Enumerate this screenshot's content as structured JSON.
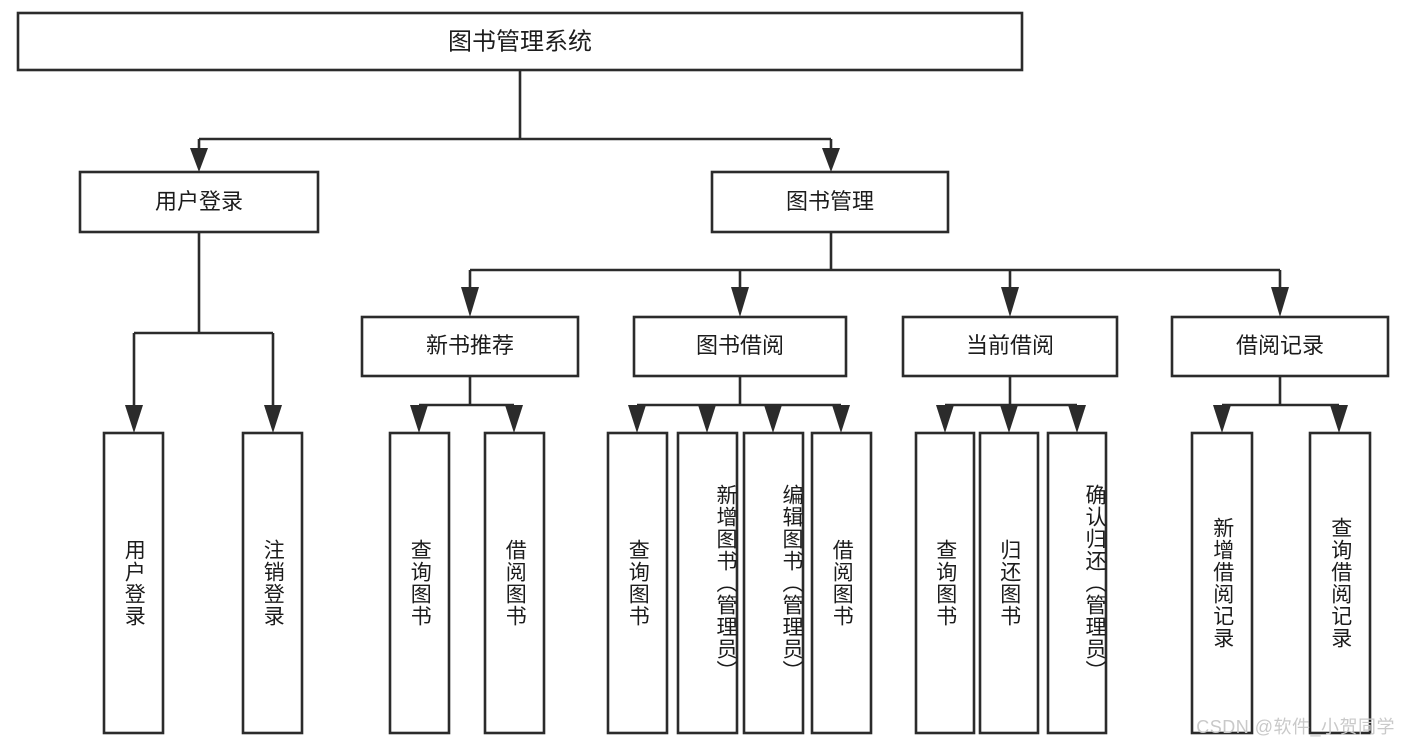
{
  "diagram": {
    "type": "tree-hierarchy",
    "title": "图书管理系统",
    "orientation": "top-down",
    "colors": {
      "stroke": "#2b2b2b",
      "fill": "#ffffff",
      "text": "#1c1c1c",
      "watermark": "#c9c9c9",
      "background": "#ffffff"
    },
    "root": {
      "label": "图书管理系统"
    },
    "level2": [
      {
        "label": "用户登录"
      },
      {
        "label": "图书管理"
      }
    ],
    "level3": [
      {
        "label": "新书推荐"
      },
      {
        "label": "图书借阅"
      },
      {
        "label": "当前借阅"
      },
      {
        "label": "借阅记录"
      }
    ],
    "leaves": {
      "user_login": [
        {
          "label": "用户登录"
        },
        {
          "label": "注销登录"
        }
      ],
      "new_book_recommend": [
        {
          "label": "查询图书"
        },
        {
          "label": "借阅图书"
        }
      ],
      "book_borrow": [
        {
          "label": "查询图书"
        },
        {
          "label": "新增图书（管理员）"
        },
        {
          "label": "编辑图书（管理员）"
        },
        {
          "label": "借阅图书"
        }
      ],
      "current_borrow": [
        {
          "label": "查询图书"
        },
        {
          "label": "归还图书"
        },
        {
          "label": "确认归还（管理员）"
        }
      ],
      "borrow_record": [
        {
          "label": "新增借阅记录"
        },
        {
          "label": "查询借阅记录"
        }
      ]
    },
    "watermark": "CSDN @软件_小贺同学"
  }
}
